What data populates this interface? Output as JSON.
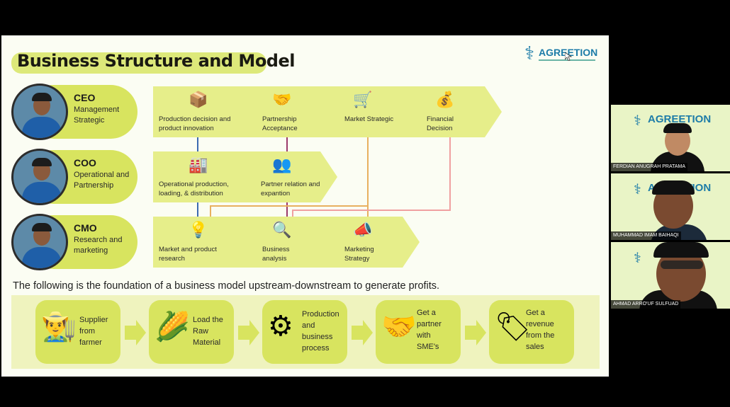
{
  "slide": {
    "title": "Business Structure and Model",
    "brand": "AGREETION",
    "foundation_text": "The following is the foundation of a business model upstream-downstream to generate profits."
  },
  "execs": [
    {
      "role": "CEO",
      "desc": "Management Strategic"
    },
    {
      "role": "COO",
      "desc": "Operational and Partnership"
    },
    {
      "role": "CMO",
      "desc": "Research and marketing"
    }
  ],
  "ceo_tasks": [
    {
      "label": "Production decision and product innovation",
      "icon": "box-icon"
    },
    {
      "label": "Partnership Acceptance",
      "icon": "handshake-icon"
    },
    {
      "label": "Market Strategic",
      "icon": "market-icon"
    },
    {
      "label": "Financial Decision",
      "icon": "money-icon"
    }
  ],
  "coo_tasks": [
    {
      "label": "Operational production, loading, & distribution",
      "icon": "factory-icon"
    },
    {
      "label": "Partner relation and expantion",
      "icon": "people-icon"
    }
  ],
  "cmo_tasks": [
    {
      "label": "Market and product research",
      "icon": "bulb-icon"
    },
    {
      "label": "Business analysis",
      "icon": "analysis-icon"
    },
    {
      "label": "Marketing Strategy",
      "icon": "megaphone-icon"
    }
  ],
  "model_steps": [
    {
      "label": "Supplier from farmer",
      "icon": "farmer-icon"
    },
    {
      "label": "Load the Raw Material",
      "icon": "corn-icon"
    },
    {
      "label": "Production and business process",
      "icon": "gears-icon"
    },
    {
      "label": "Get a partner with SME's",
      "icon": "partner-icon"
    },
    {
      "label": "Get a revenue from the sales",
      "icon": "sale-tag-icon"
    }
  ],
  "participants": [
    {
      "name": "FERDIAN ANUGRAH PRATAMA"
    },
    {
      "name": "MUHAMMAD IMAM BAIHAQI"
    },
    {
      "name": "AHMAD ARRO'UF SULFUAD"
    }
  ],
  "colors": {
    "accent": "#d8e45f",
    "brand": "#1d7ca8",
    "slide_bg": "#fbfdf3"
  }
}
